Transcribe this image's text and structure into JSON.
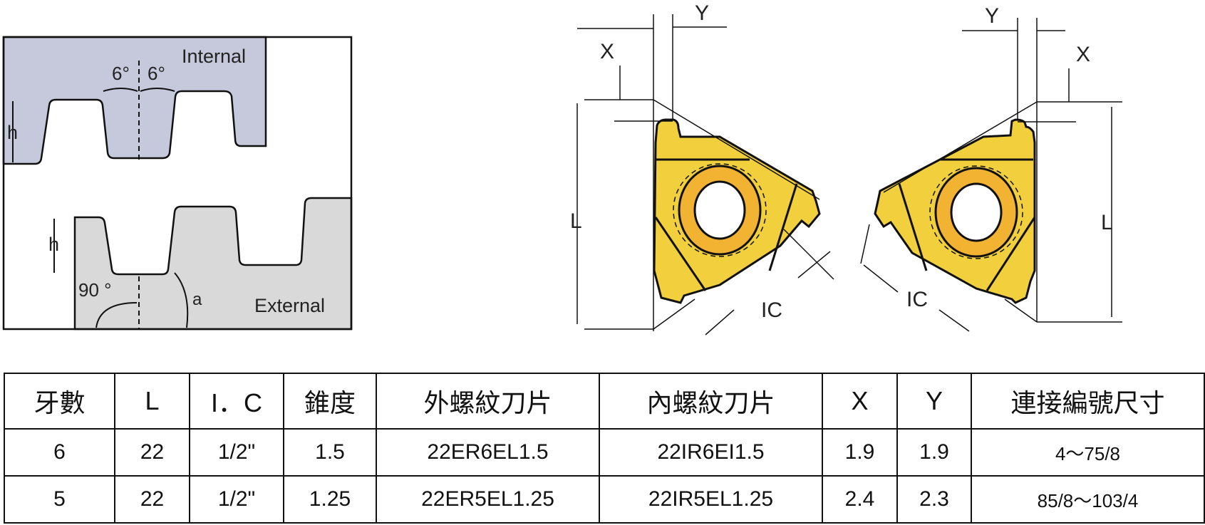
{
  "profile_diagram": {
    "internal_label": "Internal",
    "external_label": "External",
    "angle_left": "6°",
    "angle_right": "6°",
    "height_label": "h",
    "angle_90": "90 °",
    "angle_a": "a",
    "colors": {
      "internal": "#c6c9dc",
      "external": "#d9d9d9"
    }
  },
  "insert_diagram": {
    "x_label": "X",
    "y_label": "Y",
    "l_label": "L",
    "ic_label": "IC",
    "colors": {
      "insert": "#f2cf3c",
      "ring": "#f2b232"
    }
  },
  "table": {
    "headers": [
      "牙數",
      "L",
      "I．C",
      "錐度",
      "外螺紋刀片",
      "內螺紋刀片",
      "X",
      "Y",
      "連接編號尺寸"
    ],
    "rows": [
      [
        "6",
        "22",
        "1/2\"",
        "1.5",
        "22ER6EL1.5",
        "22IR6EI1.5",
        "1.9",
        "1.9",
        "4～75/8"
      ],
      [
        "5",
        "22",
        "1/2\"",
        "1.25",
        "22ER5EL1.25",
        "22IR5EL1.25",
        "2.4",
        "2.3",
        "85/8～103/4"
      ]
    ]
  }
}
